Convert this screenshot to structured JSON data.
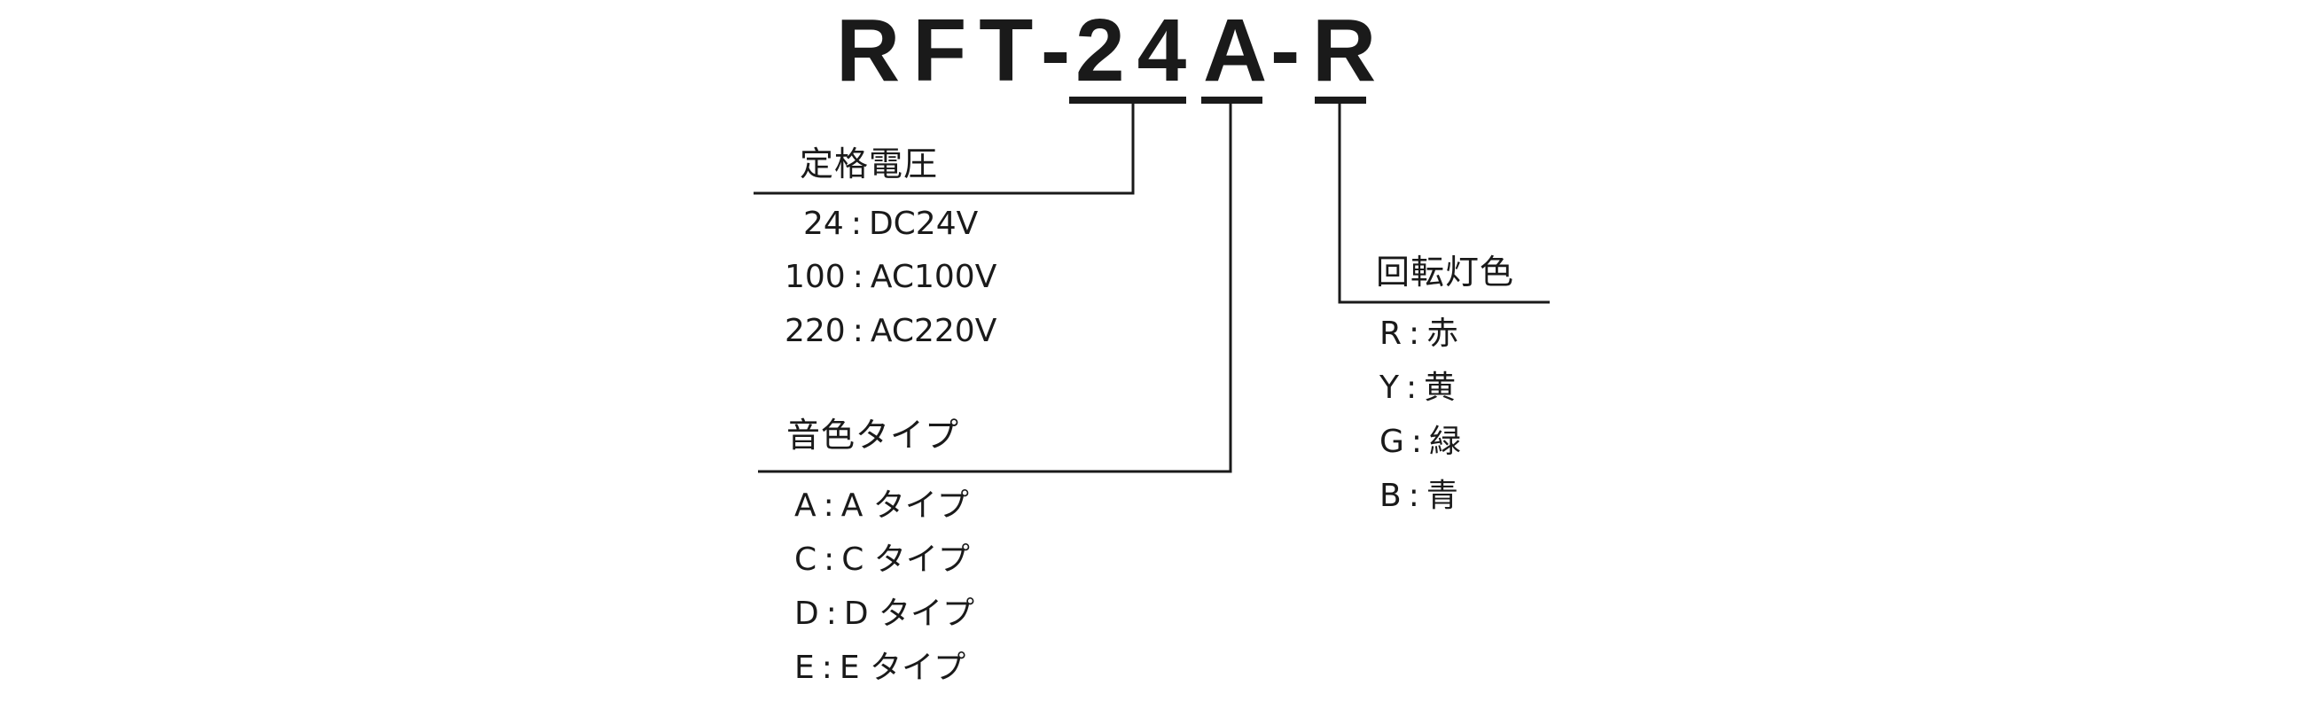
{
  "model_code": {
    "prefix": "RFT-",
    "voltage_code": "24",
    "tone_code": "A",
    "dash": "-",
    "color_code": "R"
  },
  "groups": {
    "voltage": {
      "title": "定格電圧",
      "options": [
        {
          "code": "24",
          "desc": "DC24V"
        },
        {
          "code": "100",
          "desc": "AC100V"
        },
        {
          "code": "220",
          "desc": "AC220V"
        }
      ]
    },
    "tone": {
      "title": "音色タイプ",
      "options": [
        {
          "code": "A",
          "desc": "A タイプ"
        },
        {
          "code": "C",
          "desc": "C タイプ"
        },
        {
          "code": "D",
          "desc": "D タイプ"
        },
        {
          "code": "E",
          "desc": "E タイプ"
        }
      ]
    },
    "color": {
      "title": "回転灯色",
      "options": [
        {
          "code": "R",
          "desc": "赤"
        },
        {
          "code": "Y",
          "desc": "黄"
        },
        {
          "code": "G",
          "desc": "緑"
        },
        {
          "code": "B",
          "desc": "青"
        }
      ]
    }
  },
  "separator": ":"
}
